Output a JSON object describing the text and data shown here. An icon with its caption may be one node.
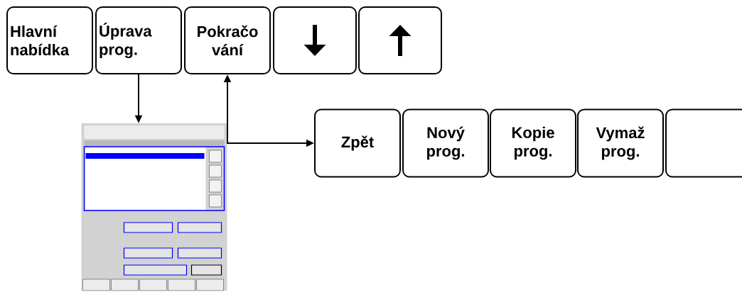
{
  "diagram": {
    "nodes": [
      {
        "text": [
          "Hlavní nabídka"
        ]
      },
      {
        "text": [
          "Úprava prog."
        ]
      },
      {
        "text": [
          "Pokračo vání"
        ]
      },
      {
        "text": [],
        "shape": "box"
      },
      {
        "text": [],
        "shape": "box"
      },
      {
        "text": [],
        "shape": "picture"
      },
      {
        "text": [
          "Zpět"
        ]
      },
      {
        "text": [
          "Nový prog."
        ]
      },
      {
        "text": [
          "Kopie prog."
        ]
      },
      {
        "text": [
          "Vymaž prog."
        ]
      },
      {
        "text": [],
        "shape": "box"
      }
    ],
    "edges": [
      {
        "from": 1,
        "to": 5,
        "arrow": "to"
      },
      {
        "from": 2,
        "to": 6,
        "arrow": "both"
      }
    ]
  }
}
